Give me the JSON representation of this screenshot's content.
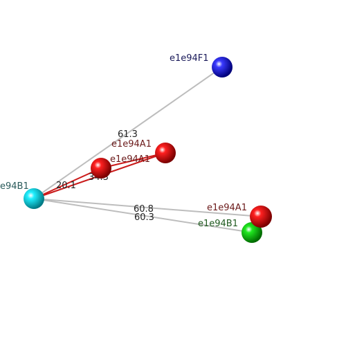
{
  "atoms": [
    {
      "id": "blue",
      "label": "e1e94F1",
      "color": "#0000ff",
      "label_color": "#1a1a5a"
    },
    {
      "id": "red-mid",
      "label": "e1e94A1",
      "color": "#ff0000",
      "label_color": "#6b1a1a"
    },
    {
      "id": "red-left",
      "label": "e1e94A1",
      "color": "#ff0000",
      "label_color": "#6b1a1a"
    },
    {
      "id": "cyan",
      "label": "e94B1",
      "color": "#00e5ff",
      "label_color": "#2a5a5a"
    },
    {
      "id": "red-right",
      "label": "e1e94A1",
      "color": "#ff0000",
      "label_color": "#6b1a1a"
    },
    {
      "id": "green",
      "label": "e1e94B1",
      "color": "#00dd00",
      "label_color": "#1f5a1f"
    }
  ],
  "distances": [
    {
      "value": "61.3"
    },
    {
      "value": "20.1"
    },
    {
      "value": "34.3"
    },
    {
      "value": "60.8"
    },
    {
      "value": "60.3"
    }
  ]
}
